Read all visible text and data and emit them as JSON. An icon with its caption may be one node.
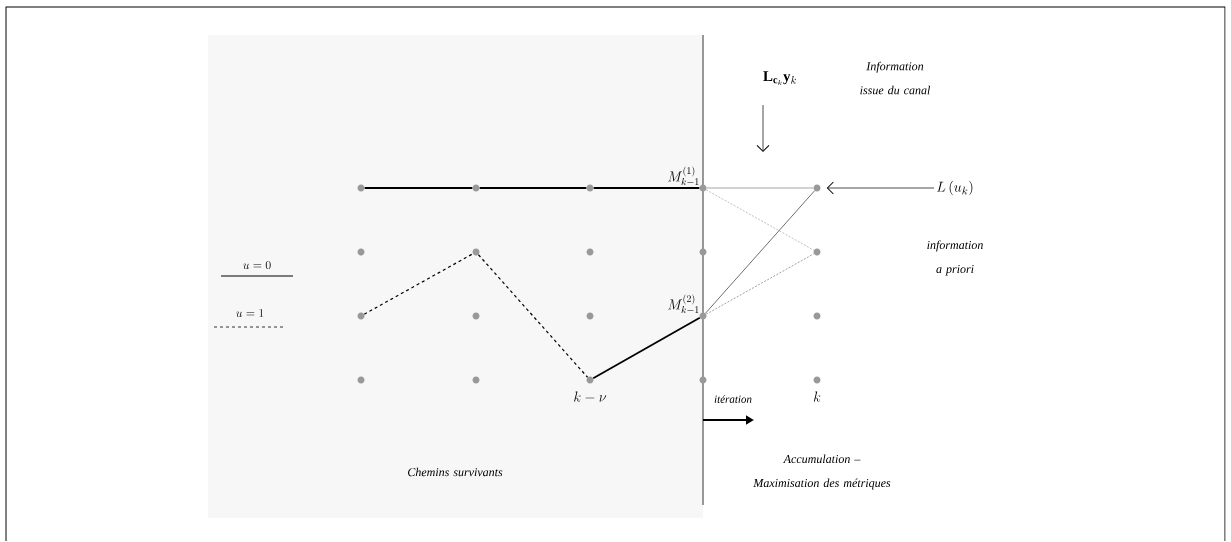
{
  "diagram": {
    "nodes": [
      {
        "text": [],
        "shape": "circle"
      },
      {
        "text": [],
        "shape": "circle"
      },
      {
        "text": [],
        "shape": "circle"
      },
      {
        "text": [],
        "shape": "circle",
        "beside": [
          "M_{k-1}^{(1)}"
        ]
      },
      {
        "text": [],
        "shape": "circle"
      },
      {
        "text": [],
        "shape": "circle"
      },
      {
        "text": [],
        "shape": "circle"
      },
      {
        "text": [],
        "shape": "circle"
      },
      {
        "text": [],
        "shape": "circle"
      },
      {
        "text": [],
        "shape": "circle"
      },
      {
        "text": [],
        "shape": "circle"
      },
      {
        "text": [],
        "shape": "circle"
      },
      {
        "text": [],
        "shape": "circle"
      },
      {
        "text": [],
        "shape": "circle",
        "beside": [
          "M_{k-1}^{(2)}"
        ]
      },
      {
        "text": [],
        "shape": "circle"
      },
      {
        "text": [],
        "shape": "circle"
      },
      {
        "text": [],
        "shape": "circle"
      },
      {
        "text": [],
        "shape": "circle",
        "beside": [
          "k-\\nu"
        ]
      },
      {
        "text": [],
        "shape": "circle"
      },
      {
        "text": [],
        "shape": "circle",
        "beside": [
          "k"
        ]
      },
      {
        "text": [
          "\\mathbf{L}_{\\mathbf{c}_k}\\mathbf{y}_k"
        ]
      },
      {
        "text": [
          "L\\left(u_k\\right)"
        ]
      }
    ],
    "edges": [
      {
        "from": 0,
        "to": 1,
        "arrow": "none"
      },
      {
        "from": 1,
        "to": 2,
        "arrow": "none"
      },
      {
        "from": 2,
        "to": 3,
        "arrow": "none"
      },
      {
        "from": 10,
        "to": 6,
        "arrow": "none",
        "style": "dashed"
      },
      {
        "from": 6,
        "to": 17,
        "arrow": "none",
        "style": "dashed"
      },
      {
        "from": 17,
        "to": 13,
        "arrow": "none"
      },
      {
        "from": 3,
        "to": 4,
        "arrow": "none",
        "color": "#808080"
      },
      {
        "from": 3,
        "to": 9,
        "arrow": "none",
        "style": "dashed",
        "color": "#808080"
      },
      {
        "from": 13,
        "to": 4,
        "arrow": "none",
        "color": "#303030"
      },
      {
        "from": 13,
        "to": 9,
        "arrow": "none",
        "style": "dashed",
        "color": "#404040"
      },
      {
        "from": 20,
        "to": null,
        "arrow": "to"
      },
      {
        "from": 21,
        "to": 4,
        "arrow": "to"
      }
    ],
    "labels": [
      "Information issue du canal",
      "information a priori",
      "itération",
      "Chemins survivants",
      "Accumulation – Maximisation des métriques"
    ],
    "legend": [
      {
        "text": "u = 0"
      },
      {
        "text": "u = 1"
      }
    ]
  }
}
